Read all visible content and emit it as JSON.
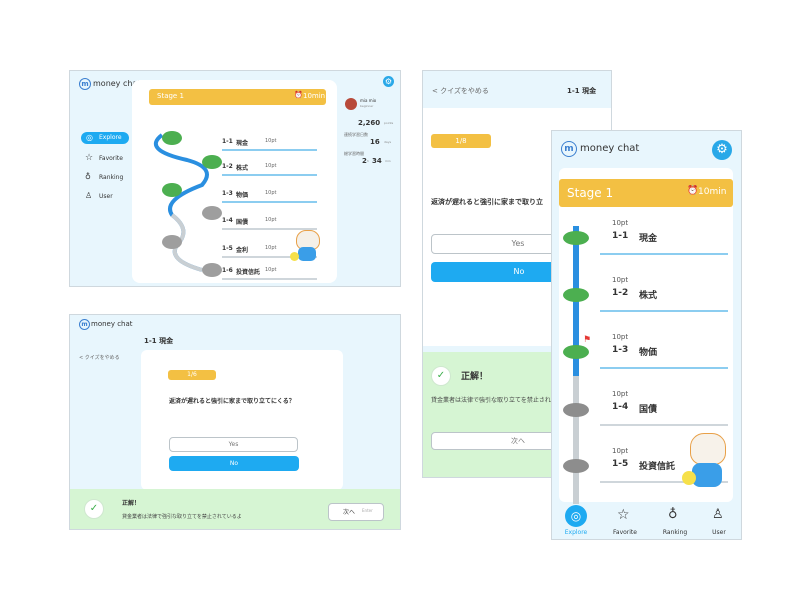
{
  "app": {
    "name": "money chat"
  },
  "colors": {
    "accent": "#1eaaf1",
    "stage": "#f3c043",
    "success_bg": "#d6f5d3",
    "panel_bg": "#e9f6fd"
  },
  "desktop_stage": {
    "sidebar": [
      {
        "label": "Explore",
        "icon": "compass-icon",
        "active": true
      },
      {
        "label": "Favorite",
        "icon": "star-icon"
      },
      {
        "label": "Ranking",
        "icon": "medal-icon"
      },
      {
        "label": "User",
        "icon": "person-icon"
      }
    ],
    "stage_title": "Stage 1",
    "stage_time": "10min",
    "lessons": [
      {
        "code": "1-1",
        "name": "現金",
        "pts": "10pt"
      },
      {
        "code": "1-2",
        "name": "株式",
        "pts": "10pt"
      },
      {
        "code": "1-3",
        "name": "物価",
        "pts": "10pt"
      },
      {
        "code": "1-4",
        "name": "国債",
        "pts": "10pt"
      },
      {
        "code": "1-5",
        "name": "金利",
        "pts": "10pt"
      },
      {
        "code": "1-6",
        "name": "投資信託",
        "pts": "10pt"
      }
    ],
    "profile": {
      "name": "mia mio",
      "sub": "beginner",
      "points": "2,260",
      "points_unit": "points",
      "streak_label": "連続学習日数",
      "streak": "16",
      "streak_unit": "days",
      "time_label": "総学習時間",
      "time_h": "2",
      "time_h_unit": "h",
      "time_m": "34",
      "time_m_unit": "min"
    }
  },
  "desktop_quiz": {
    "title": "1-1 現金",
    "quit": "< クイズをやめる",
    "progress": "1/6",
    "question": "返済が遅れると強引に家まで取り立てにくる？",
    "yes": "Yes",
    "no": "No",
    "result_title": "正解！",
    "result_text": "貸金業者は法律で強引な取り立てを禁止されているよ",
    "next": "次へ",
    "next_hint": "Enter"
  },
  "tablet_quiz": {
    "quit": "< クイズをやめる",
    "title": "1-1 現金",
    "progress": "1/8",
    "question": "返済が遅れると強引に家まで取り立",
    "yes": "Yes",
    "no": "No",
    "result_title": "正解！",
    "result_text": "貸金業者は法律で強引な取り立てを禁止されているよ。",
    "next": "次へ"
  },
  "mobile_stage": {
    "stage_title": "Stage 1",
    "stage_time": "10min",
    "lessons": [
      {
        "code": "1-1",
        "name": "現金",
        "pts": "10pt"
      },
      {
        "code": "1-2",
        "name": "株式",
        "pts": "10pt"
      },
      {
        "code": "1-3",
        "name": "物価",
        "pts": "10pt"
      },
      {
        "code": "1-4",
        "name": "国債",
        "pts": "10pt"
      },
      {
        "code": "1-5",
        "name": "投資信託",
        "pts": "10pt"
      }
    ],
    "nav": [
      {
        "label": "Explore",
        "icon": "compass-icon",
        "active": true
      },
      {
        "label": "Favorite",
        "icon": "star-icon"
      },
      {
        "label": "Ranking",
        "icon": "medal-icon"
      },
      {
        "label": "User",
        "icon": "person-icon"
      }
    ]
  }
}
